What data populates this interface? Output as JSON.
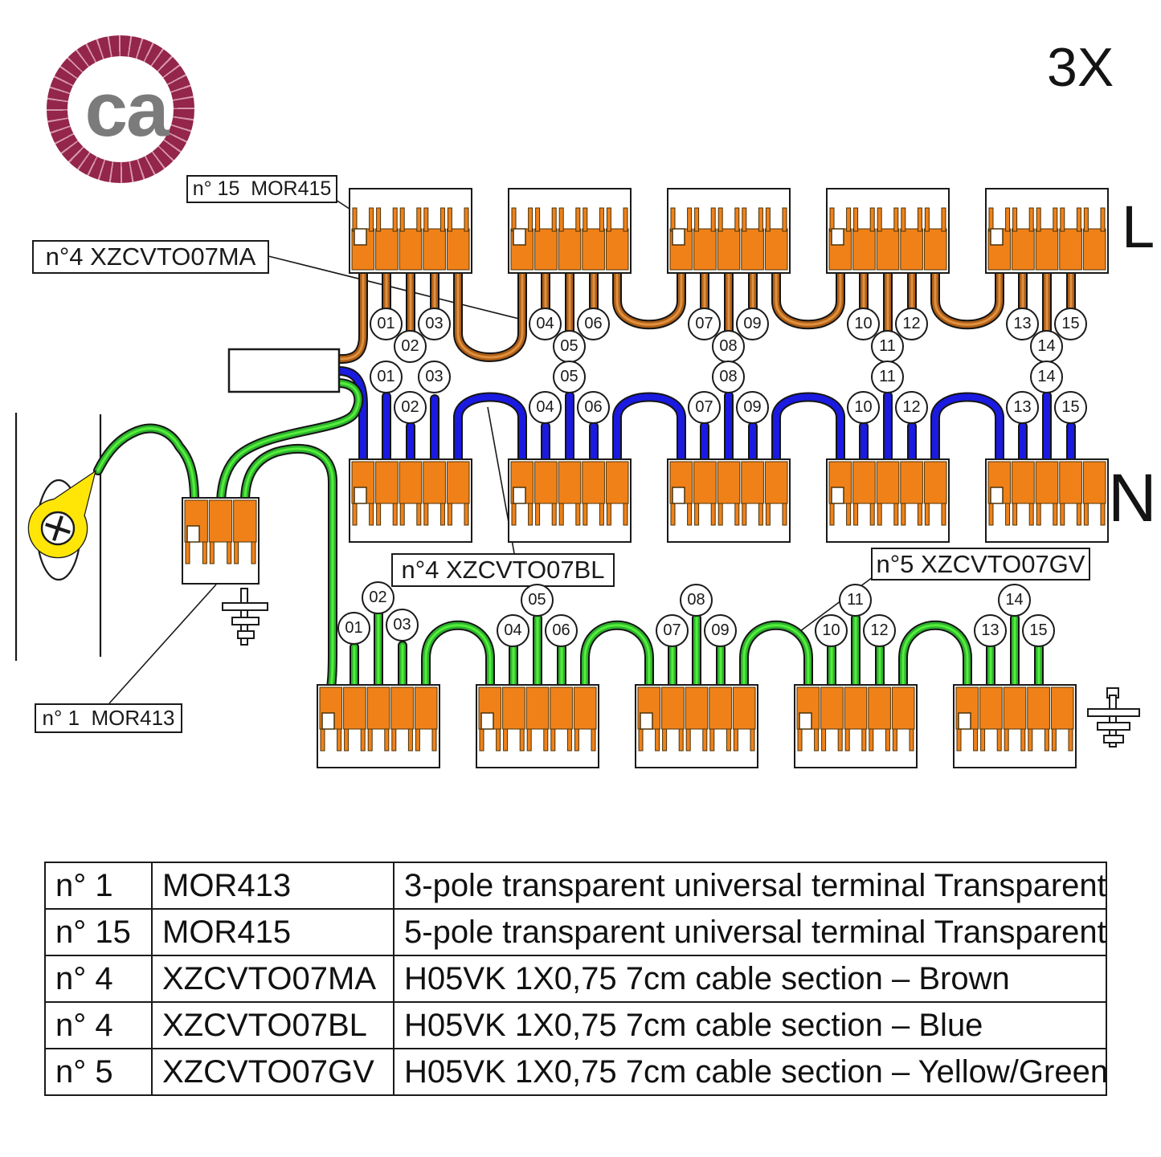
{
  "logo": {
    "text": "ca"
  },
  "annotations": {
    "multiplier": "3X",
    "live_label": "L",
    "neutral_label": "N"
  },
  "callouts": {
    "mor415": "n° 15  MOR415",
    "brown_cable": "n°4 XZCVTO07MA",
    "blue_cable": "n°4 XZCVTO07BL",
    "earth_cable": "n°5 XZCVTO07GV",
    "mor413": "n° 1  MOR413"
  },
  "wire_rows": [
    {
      "id": "live",
      "wire_color": "Brown",
      "numbers": [
        "01",
        "02",
        "03",
        "04",
        "05",
        "06",
        "07",
        "08",
        "09",
        "10",
        "11",
        "12",
        "13",
        "14",
        "15"
      ]
    },
    {
      "id": "neutral",
      "wire_color": "Blue",
      "numbers": [
        "01",
        "02",
        "03",
        "04",
        "05",
        "06",
        "07",
        "08",
        "09",
        "10",
        "11",
        "12",
        "13",
        "14",
        "15"
      ]
    },
    {
      "id": "earth",
      "wire_color": "Yellow/Green",
      "numbers": [
        "01",
        "02",
        "03",
        "04",
        "05",
        "06",
        "07",
        "08",
        "09",
        "10",
        "11",
        "12",
        "13",
        "14",
        "15"
      ]
    }
  ],
  "table": {
    "rows": [
      {
        "qty": "n° 1",
        "code": "MOR413",
        "desc": "3-pole transparent universal terminal Transparent"
      },
      {
        "qty": "n° 15",
        "code": "MOR415",
        "desc": "5-pole transparent universal terminal Transparent"
      },
      {
        "qty": "n° 4",
        "code": "XZCVTO07MA",
        "desc": "H05VK 1X0,75 7cm cable section – Brown"
      },
      {
        "qty": "n° 4",
        "code": "XZCVTO07BL",
        "desc": "H05VK 1X0,75 7cm cable section – Blue"
      },
      {
        "qty": "n° 5",
        "code": "XZCVTO07GV",
        "desc": "H05VK 1X0,75 7cm cable section – Yellow/Green"
      }
    ]
  },
  "colors": {
    "orange": "#F08119",
    "outline": "#4a3208",
    "black": "#141414",
    "brown": "#B05F16",
    "brown_hi": "#DE9140",
    "blue": "#1A1AE0",
    "green": "#2DB52D",
    "green_hi": "#55EE3C",
    "yellow": "#FFE607",
    "maroon": "#93264A",
    "logo_gray": "#7b7b7b"
  }
}
